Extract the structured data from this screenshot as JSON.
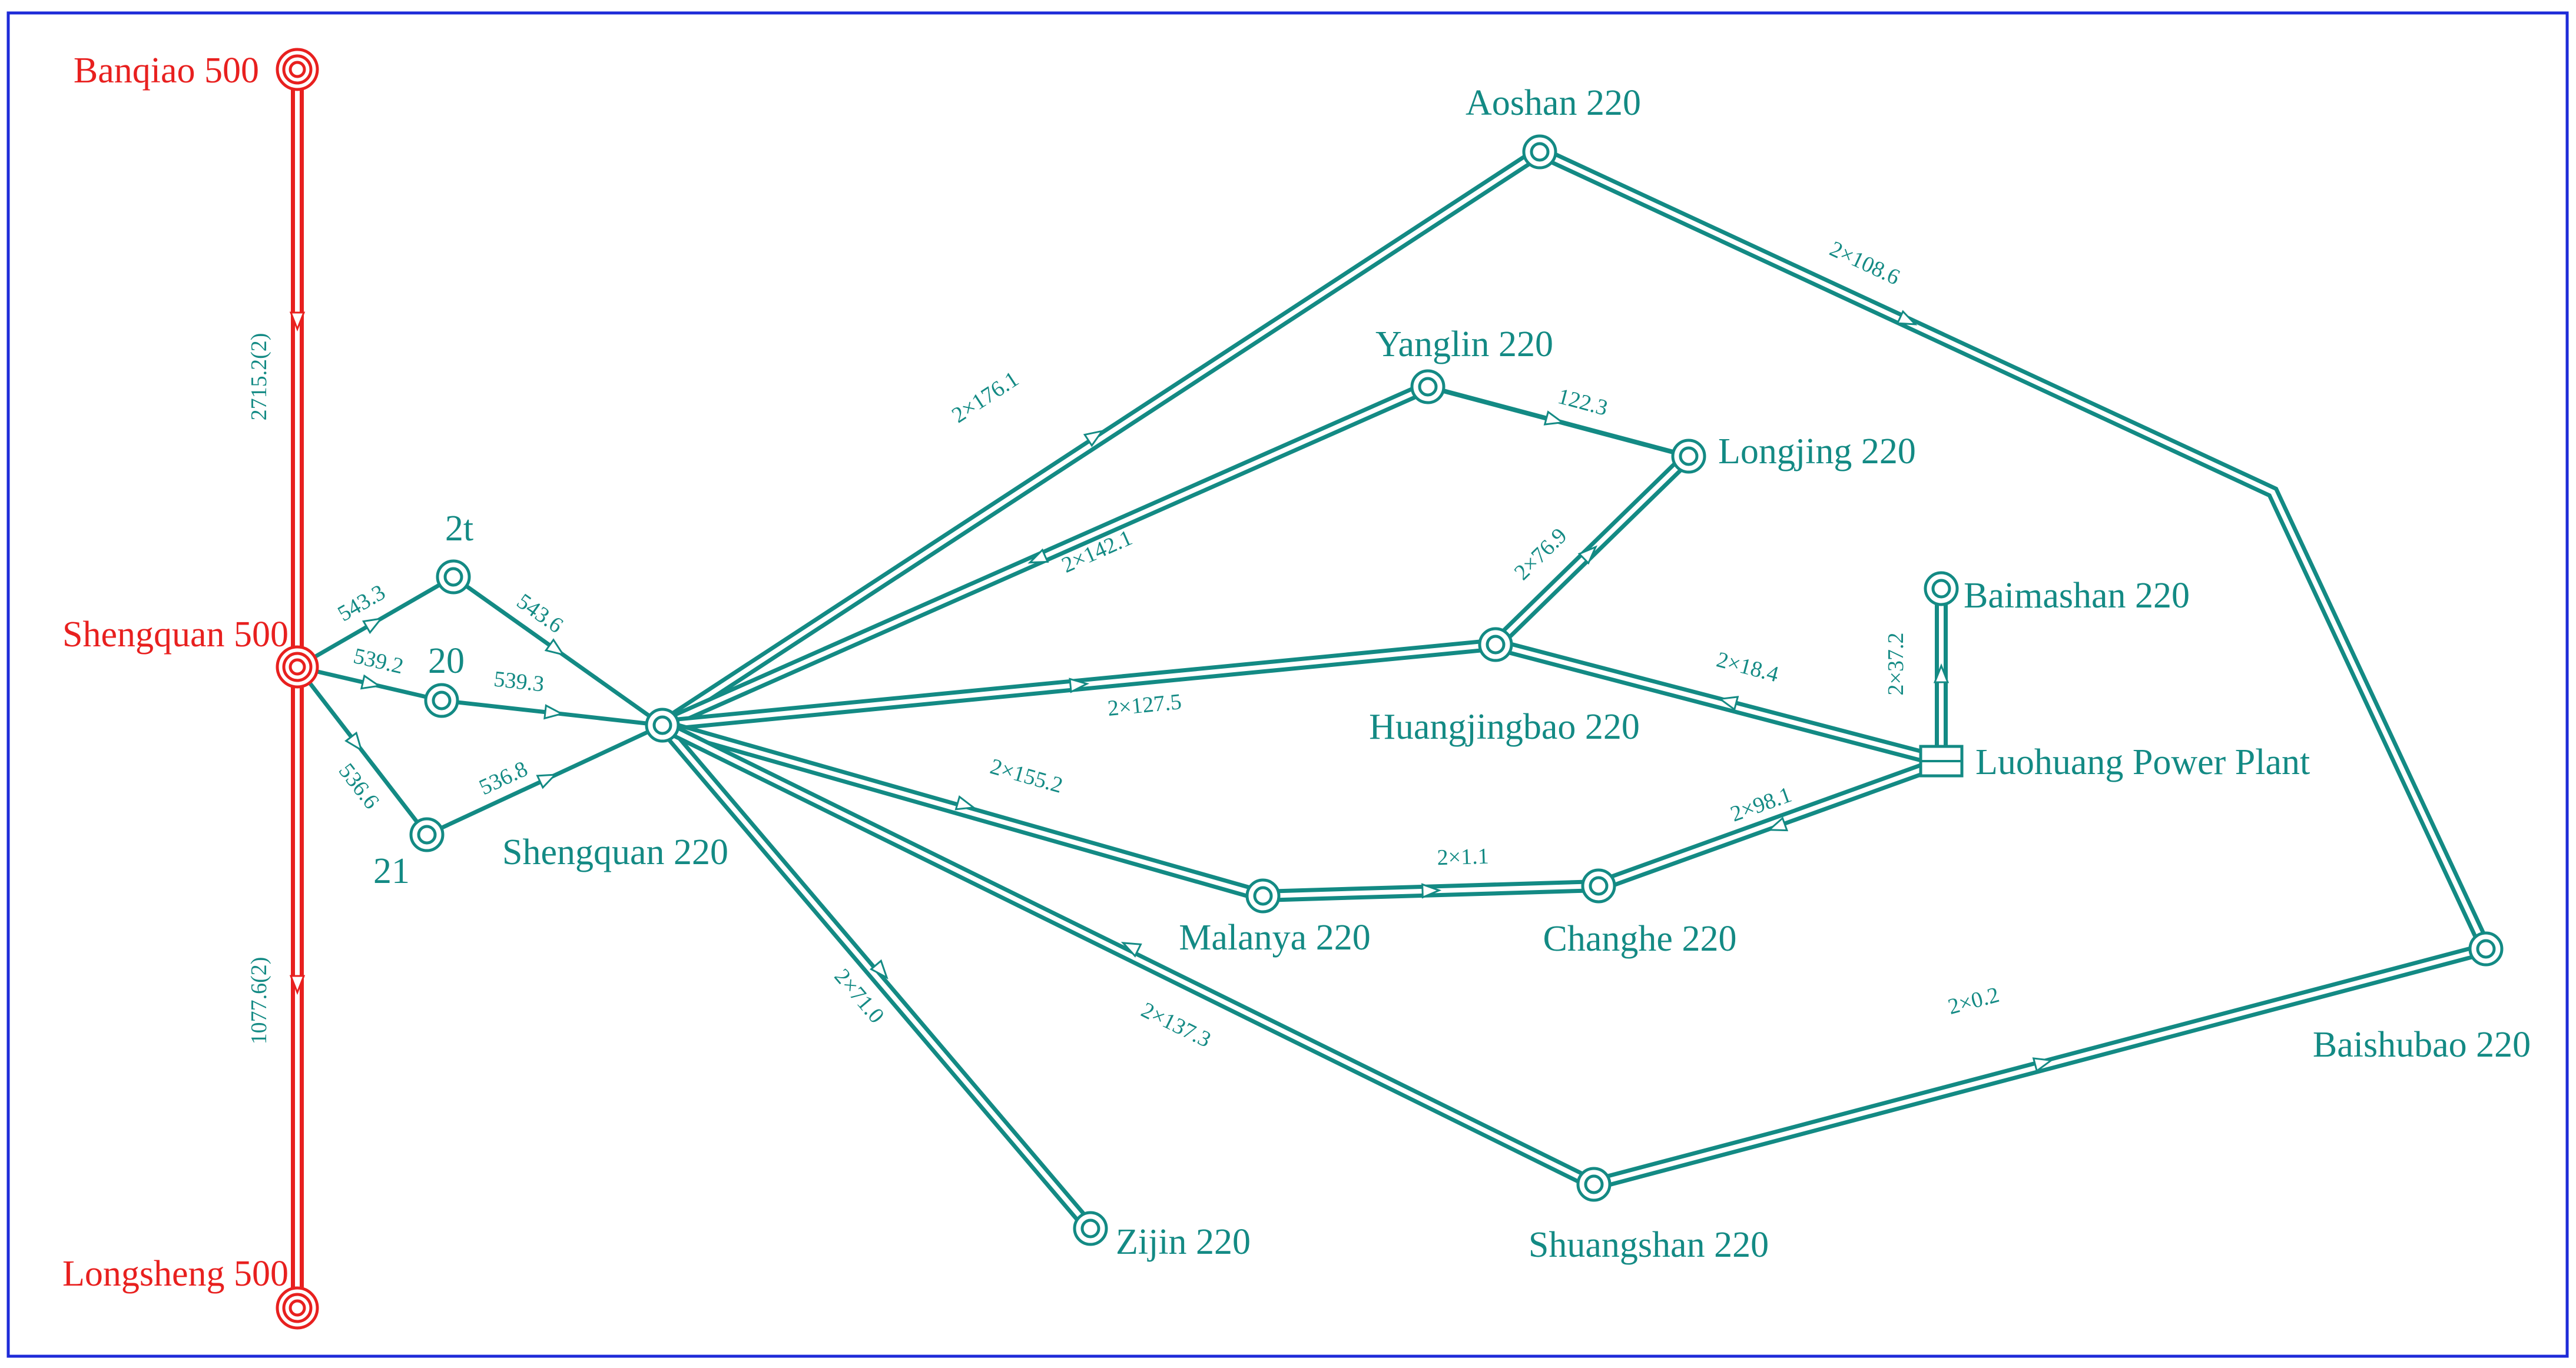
{
  "colors": {
    "frame": "#1e2bd8",
    "line_220": "#138a84",
    "line_500": "#e8201f",
    "background": "#ffffff"
  },
  "nodes": {
    "banqiao500": {
      "label": "Banqiao 500",
      "kv": "500"
    },
    "shengquan500": {
      "label": "Shengquan 500",
      "kv": "500"
    },
    "longsheng500": {
      "label": "Longsheng 500",
      "kv": "500"
    },
    "n2t": {
      "label": "2t",
      "kv": "220"
    },
    "n20": {
      "label": "20",
      "kv": "220"
    },
    "n21": {
      "label": "21",
      "kv": "220"
    },
    "shengquan220": {
      "label": "Shengquan 220",
      "kv": "220"
    },
    "aoshan": {
      "label": "Aoshan 220",
      "kv": "220"
    },
    "yanglin": {
      "label": "Yanglin 220",
      "kv": "220"
    },
    "longjing": {
      "label": "Longjing 220",
      "kv": "220"
    },
    "baimashan": {
      "label": "Baimashan 220",
      "kv": "220"
    },
    "huangjingbao": {
      "label": "Huangjingbao 220",
      "kv": "220"
    },
    "luohuang": {
      "label": "Luohuang Power Plant",
      "kv": "plant"
    },
    "malanya": {
      "label": "Malanya 220",
      "kv": "220"
    },
    "changhe": {
      "label": "Changhe 220",
      "kv": "220"
    },
    "baishubao": {
      "label": "Baishubao 220",
      "kv": "220"
    },
    "shuangshan": {
      "label": "Shuangshan 220",
      "kv": "220"
    },
    "zijin": {
      "label": "Zijin 220",
      "kv": "220"
    }
  },
  "lines": {
    "banqiao_shengquan500": {
      "flow": "2715.2(2)"
    },
    "shengquan500_longsheng": {
      "flow": "1077.6(2)"
    },
    "s500_2t": {
      "flow": "543.3"
    },
    "n2t_s220": {
      "flow": "543.6"
    },
    "s500_20": {
      "flow": "539.2"
    },
    "n20_s220": {
      "flow": "539.3"
    },
    "s500_21": {
      "flow": "536.6"
    },
    "n21_s220": {
      "flow": "536.8"
    },
    "s220_aoshan": {
      "flow": "2×176.1"
    },
    "aoshan_baishubao": {
      "flow": "2×108.6"
    },
    "s220_yanglin": {
      "flow": "2×142.1"
    },
    "yanglin_longjing": {
      "flow": "122.3"
    },
    "huangjingbao_longjing": {
      "flow": "2×76.9"
    },
    "s220_huangjingbao": {
      "flow": "2×127.5"
    },
    "luohuang_huangjingbao": {
      "flow": "2×18.4"
    },
    "luohuang_baimashan": {
      "flow": "2×37.2"
    },
    "s220_malanya": {
      "flow": "2×155.2"
    },
    "malanya_changhe": {
      "flow": "2×1.1"
    },
    "luohuang_changhe": {
      "flow": "2×98.1"
    },
    "s220_zijin": {
      "flow": "2×71.0"
    },
    "s220_shuangshan": {
      "flow": "2×137.3"
    },
    "shuangshan_baishubao": {
      "flow": "2×0.2"
    }
  }
}
